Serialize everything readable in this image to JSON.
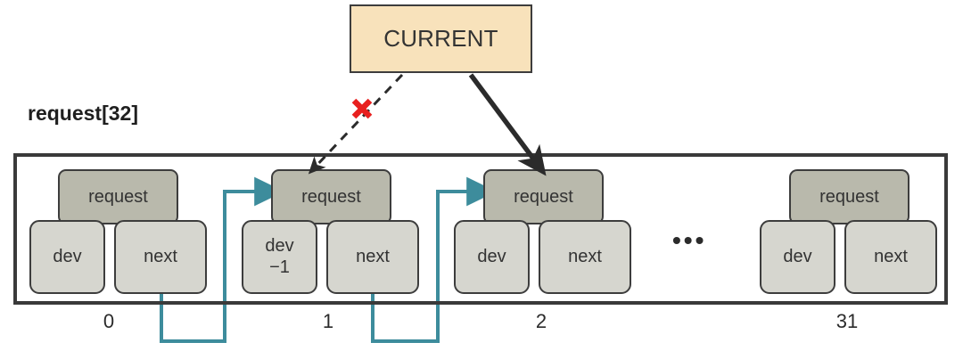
{
  "diagram": {
    "title_label": "request[32]",
    "current_box": {
      "label": "CURRENT",
      "fill_color": "#f8e2bb",
      "border_color": "#3d3d3d"
    },
    "colors": {
      "request_node_fill": "#b9b9ac",
      "field_node_fill": "#d6d6cf",
      "node_border": "#3d3d3d",
      "array_border": "#3a3a3a",
      "link_arrow": "#3d8c9c",
      "invalid_marker": "#e8201f",
      "pointer_arrow": "#2b2b2b",
      "background": "#ffffff"
    },
    "markers": {
      "invalid_x": "✖",
      "ellipsis": "•••"
    },
    "cells": [
      {
        "index_label": "0",
        "node_label": "request",
        "dev_label": "dev",
        "dev_value": "",
        "next_label": "next"
      },
      {
        "index_label": "1",
        "node_label": "request",
        "dev_label": "dev",
        "dev_value": "−1",
        "next_label": "next"
      },
      {
        "index_label": "2",
        "node_label": "request",
        "dev_label": "dev",
        "dev_value": "",
        "next_label": "next"
      },
      {
        "index_label": "31",
        "node_label": "request",
        "dev_label": "dev",
        "dev_value": "",
        "next_label": "next"
      }
    ],
    "connections": [
      {
        "name": "current-to-cell1-invalid",
        "from": "CURRENT",
        "to": "request[1]",
        "style": "dashed",
        "valid": false
      },
      {
        "name": "current-to-cell2-valid",
        "from": "CURRENT",
        "to": "request[2]",
        "style": "solid",
        "valid": true
      },
      {
        "name": "cell0-next-to-cell1",
        "from": "request[0].next",
        "to": "request[1]",
        "style": "solid",
        "valid": true
      },
      {
        "name": "cell1-next-to-cell2",
        "from": "request[1].next",
        "to": "request[2]",
        "style": "solid",
        "valid": true
      }
    ]
  }
}
